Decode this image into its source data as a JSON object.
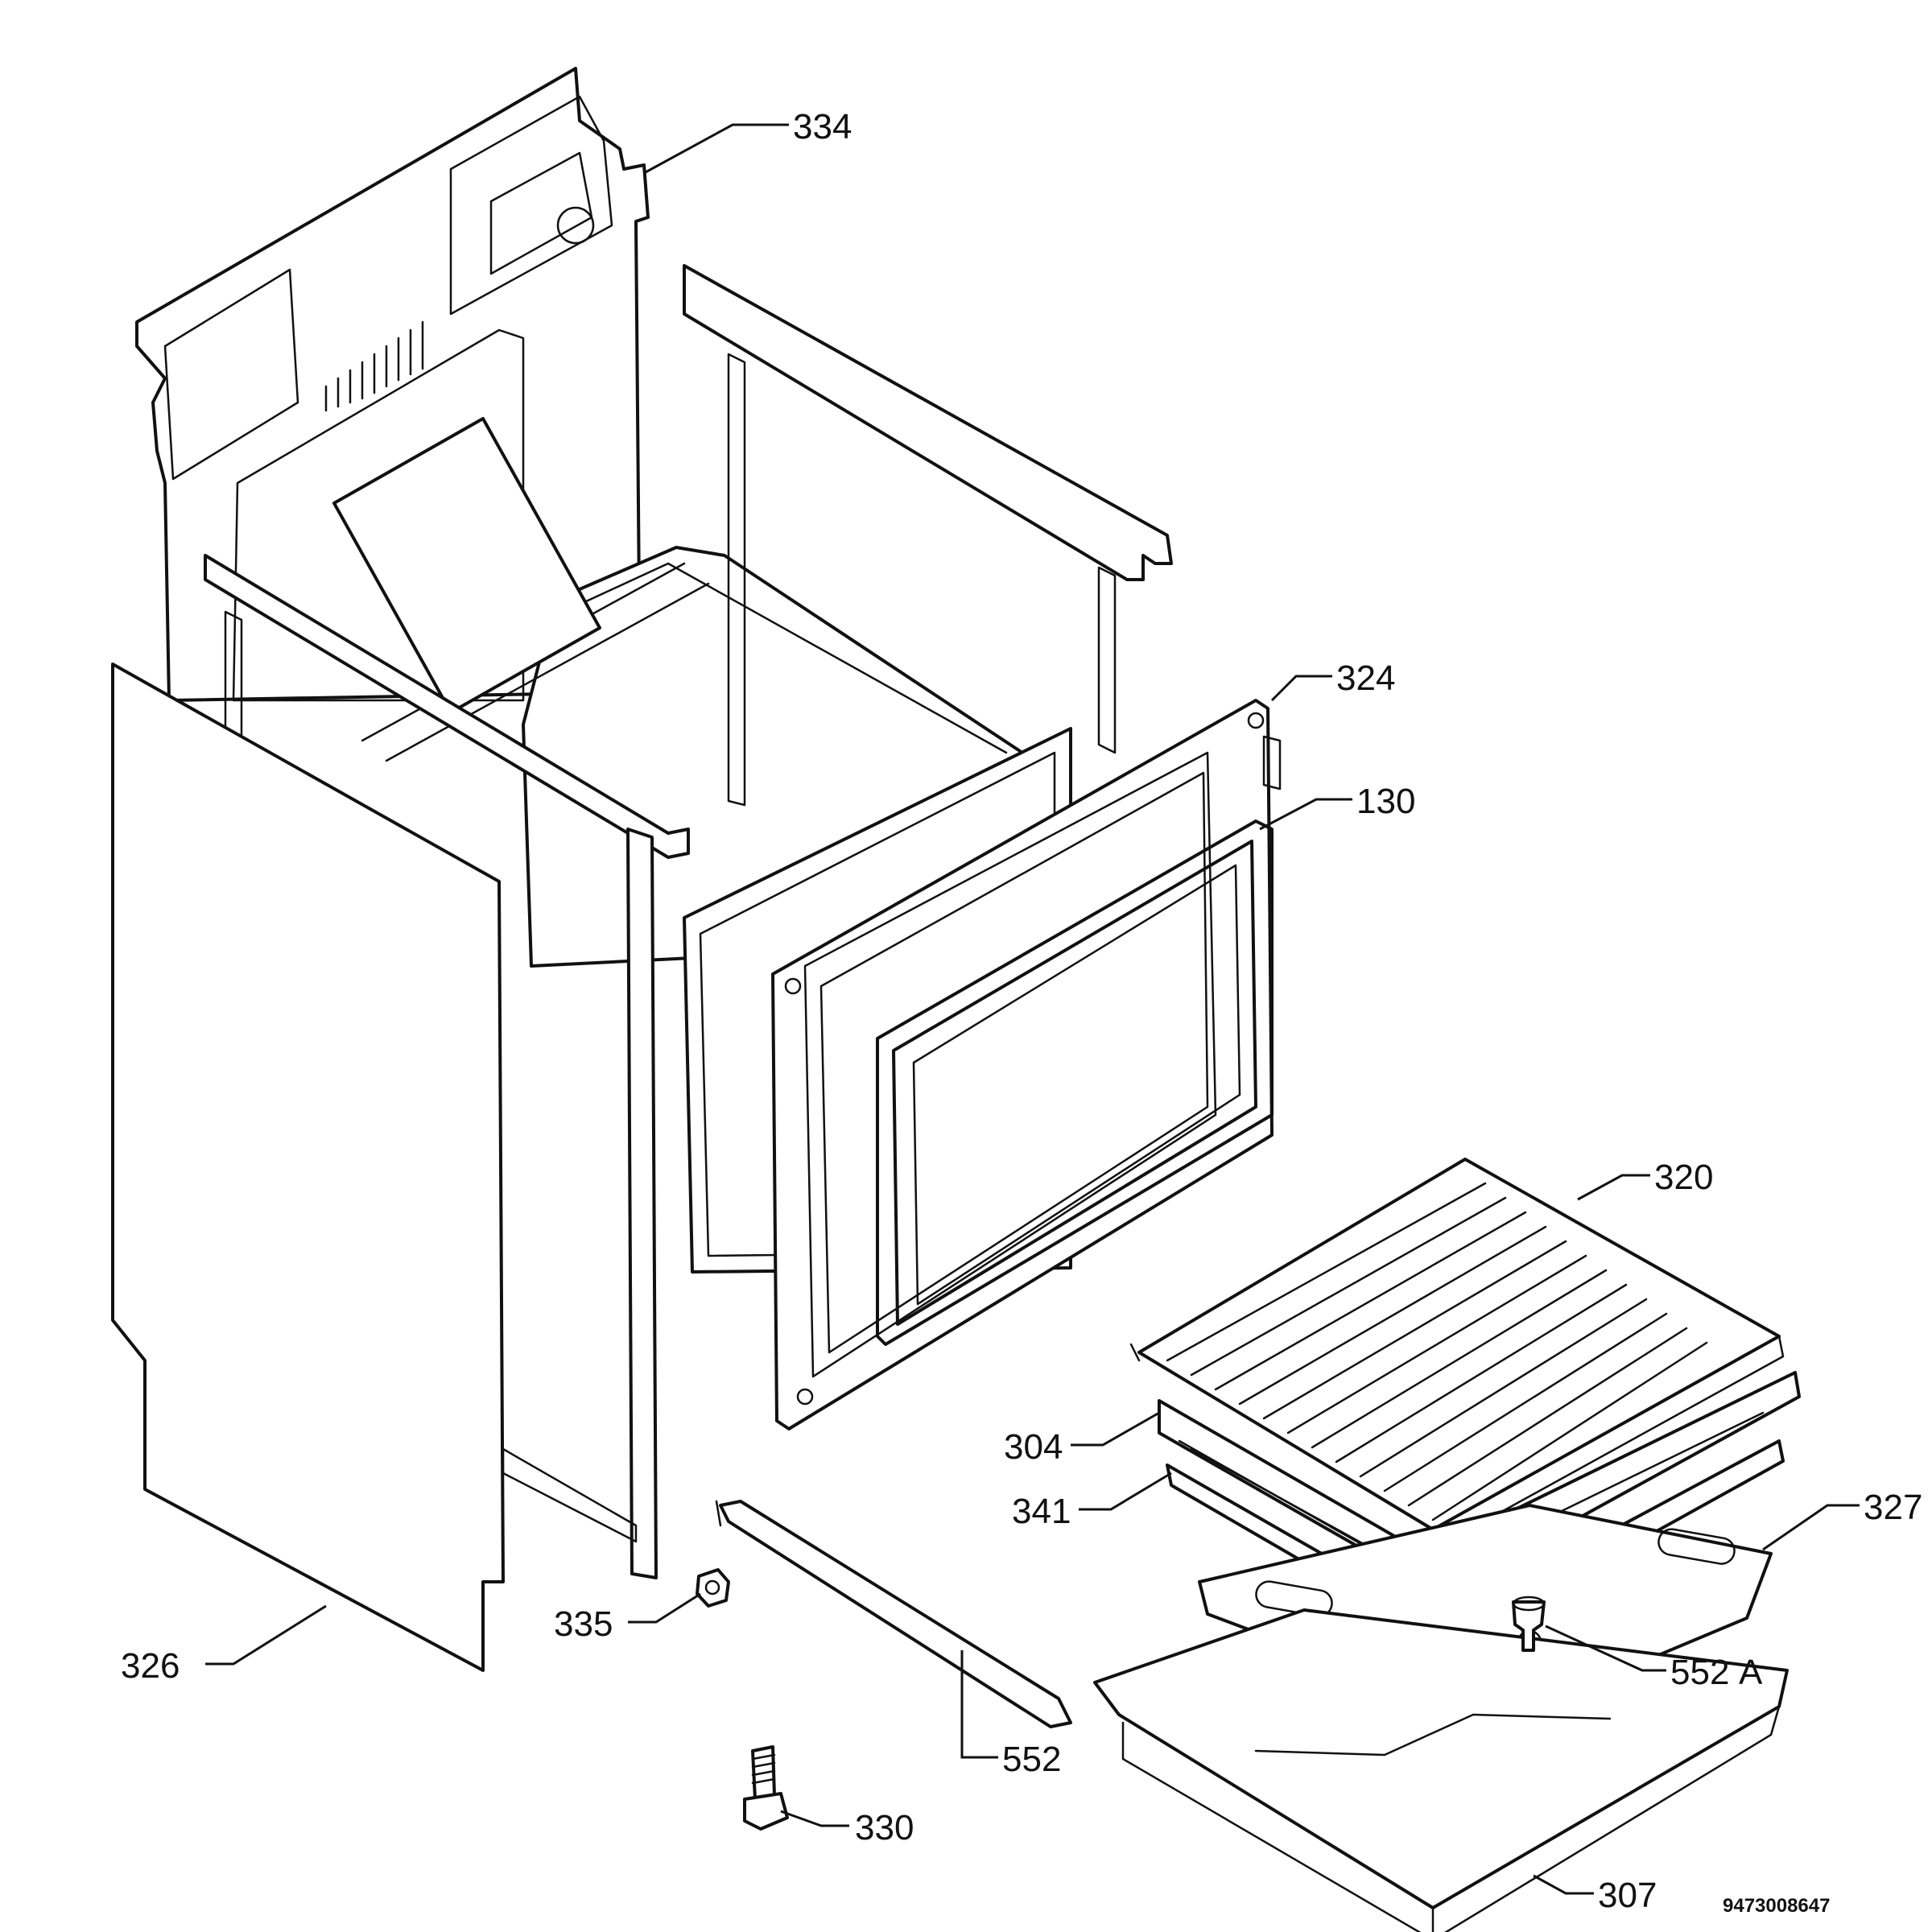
{
  "callouts": {
    "c334": "334",
    "c324": "324",
    "c130": "130",
    "c320": "320",
    "c304": "304",
    "c341": "341",
    "c327": "327",
    "c335": "335",
    "c552a": "552",
    "c552a_suffix": "A",
    "c326": "326",
    "c552": "552",
    "c330": "330",
    "c307": "307"
  },
  "document_number": "9473008647"
}
